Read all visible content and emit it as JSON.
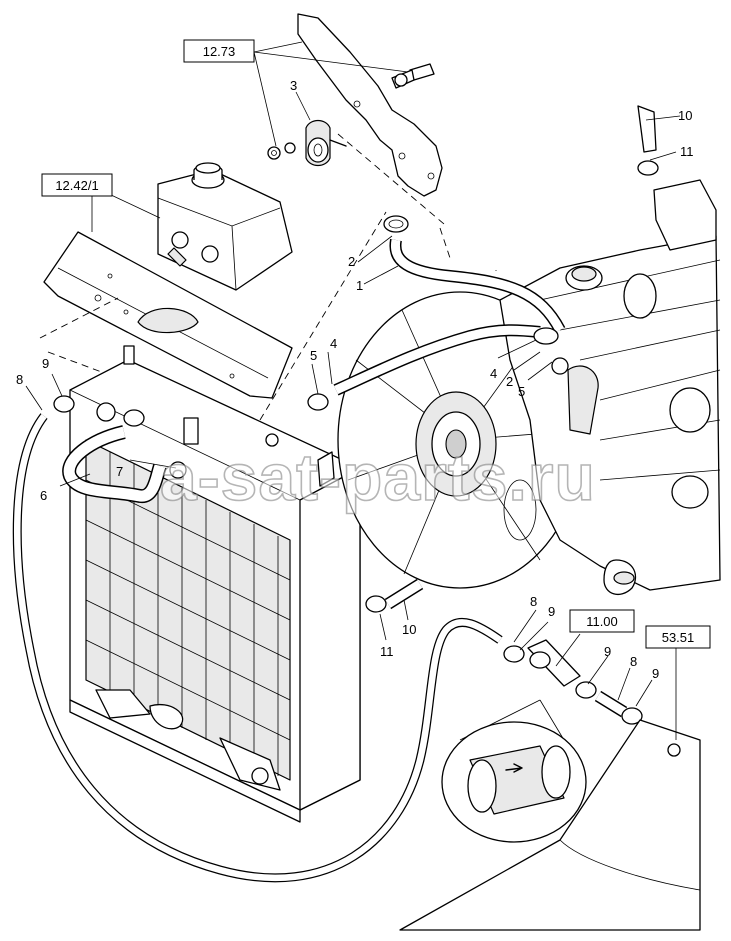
{
  "references": [
    {
      "id": "ref-12-73",
      "label": "12.73"
    },
    {
      "id": "ref-12-42-1",
      "label": "12.42/1"
    },
    {
      "id": "ref-11-00",
      "label": "11.00"
    },
    {
      "id": "ref-53-51",
      "label": "53.51"
    }
  ],
  "callouts": {
    "c1": "1",
    "c2a": "2",
    "c2b": "2",
    "c3": "3",
    "c4a": "4",
    "c4b": "4",
    "c5a": "5",
    "c5b": "5",
    "c6": "6",
    "c7": "7",
    "c8a": "8",
    "c8b": "8",
    "c8c": "8",
    "c9a": "9",
    "c9b": "9",
    "c9c": "9",
    "c9d": "9",
    "c10a": "10",
    "c10b": "10",
    "c11a": "11",
    "c11b": "11"
  },
  "watermark": "a-sat-parts.ru",
  "colors": {
    "line": "#000000",
    "background": "#ffffff"
  }
}
